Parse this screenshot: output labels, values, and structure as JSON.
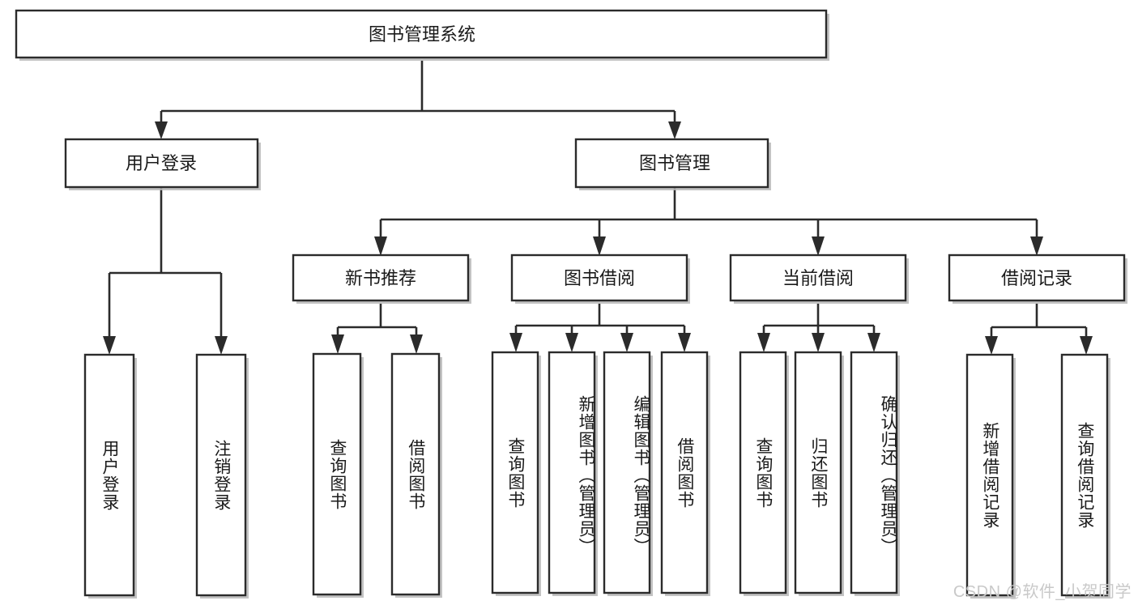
{
  "diagram": {
    "title": "图书管理系统",
    "type": "tree-hierarchy-diagram",
    "watermark": "CSDN @软件_小贺同学",
    "colors": {
      "box_stroke": "#2b2b2b",
      "box_fill": "#ffffff",
      "connector": "#2b2b2b",
      "text": "#1a1a1a",
      "watermark": "#c9c9c9",
      "background": "#ffffff"
    },
    "root": {
      "label": "图书管理系统"
    },
    "level2": [
      {
        "label": "用户登录"
      },
      {
        "label": "图书管理"
      }
    ],
    "level3": [
      {
        "label": "新书推荐"
      },
      {
        "label": "图书借阅"
      },
      {
        "label": "当前借阅"
      },
      {
        "label": "借阅记录"
      }
    ],
    "leaves": {
      "user_login": [
        {
          "label": "用户登录"
        },
        {
          "label": "注销登录"
        }
      ],
      "new_book_recommend": [
        {
          "label": "查询图书"
        },
        {
          "label": "借阅图书"
        }
      ],
      "book_borrow": [
        {
          "label": "查询图书"
        },
        {
          "label": "新增图书（管理员）"
        },
        {
          "label": "编辑图书（管理员）"
        },
        {
          "label": "借阅图书"
        }
      ],
      "current_borrow": [
        {
          "label": "查询图书"
        },
        {
          "label": "归还图书"
        },
        {
          "label": "确认归还（管理员）"
        }
      ],
      "borrow_records": [
        {
          "label": "新增借阅记录"
        },
        {
          "label": "查询借阅记录"
        }
      ]
    }
  }
}
